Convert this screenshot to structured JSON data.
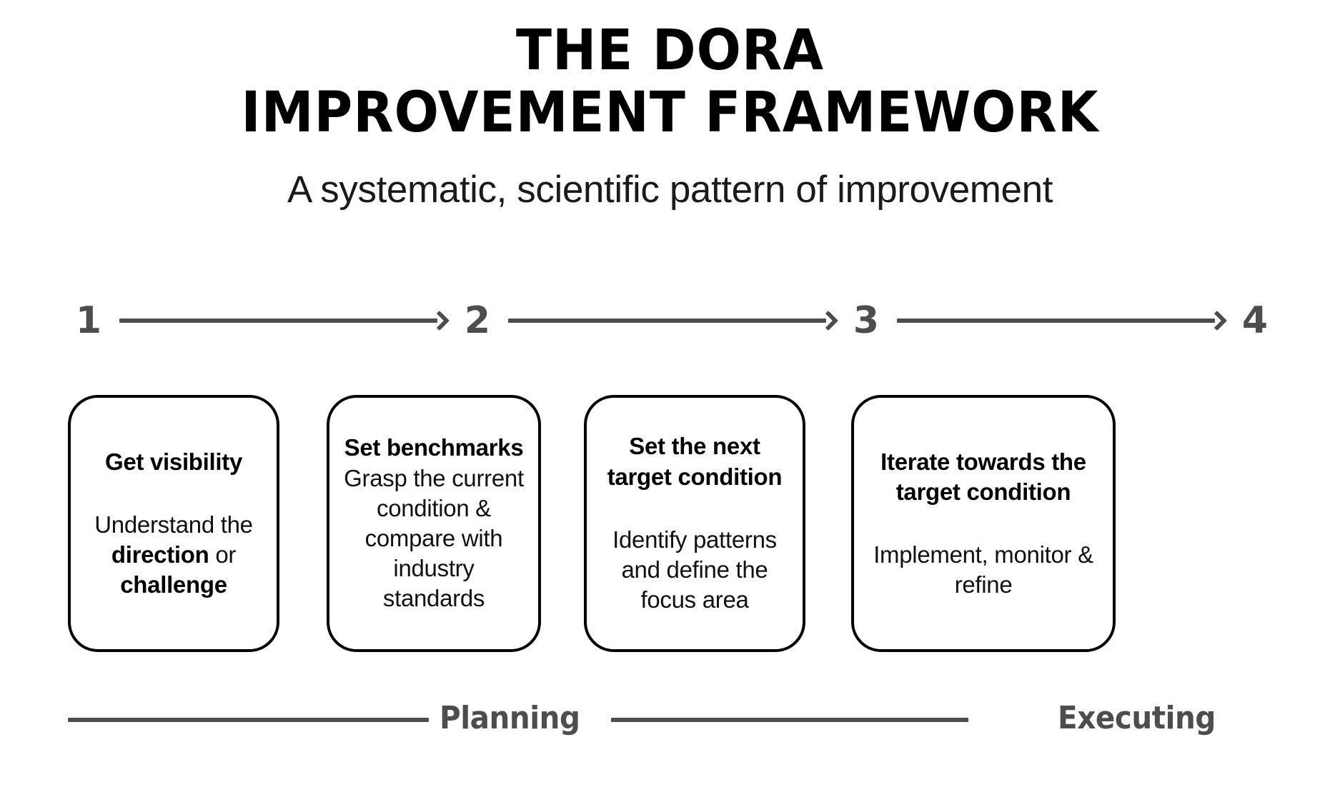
{
  "header": {
    "title_line1": "THE DORA",
    "title_line2": "IMPROVEMENT FRAMEWORK",
    "subtitle": "A systematic, scientific pattern of improvement"
  },
  "colors": {
    "ink": "#000000",
    "muted": "#4d4d4d",
    "background": "#ffffff"
  },
  "steps": [
    {
      "number": "1"
    },
    {
      "number": "2"
    },
    {
      "number": "3"
    },
    {
      "number": "4"
    }
  ],
  "cards": [
    {
      "title": "Get visibility",
      "body_html": "Understand the <b>direction</b> or <b>challenge</b>",
      "spacer": true
    },
    {
      "title": "Set benchmarks",
      "body_html": "Grasp the current condition &amp; compare with industry standards",
      "spacer": false
    },
    {
      "title": "Set the next target condition",
      "body_html": "Identify patterns and define the focus area",
      "spacer": true
    },
    {
      "title": "Iterate towards the target condition",
      "body_html": "Implement, monitor &amp; refine",
      "spacer": true
    }
  ],
  "phases": [
    {
      "label": "Planning"
    },
    {
      "label": "Executing"
    }
  ]
}
